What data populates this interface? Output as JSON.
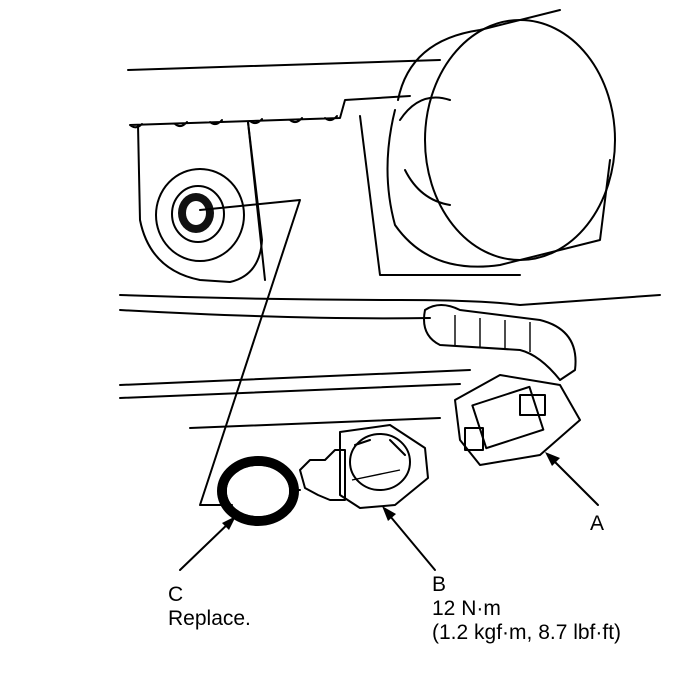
{
  "callouts": {
    "a": {
      "letter": "A"
    },
    "b": {
      "letter": "B",
      "torque": "12 N·m",
      "torque_alt": "(1.2 kgf·m, 8.7 lbf·ft)"
    },
    "c": {
      "letter": "C",
      "note": "Replace."
    }
  }
}
